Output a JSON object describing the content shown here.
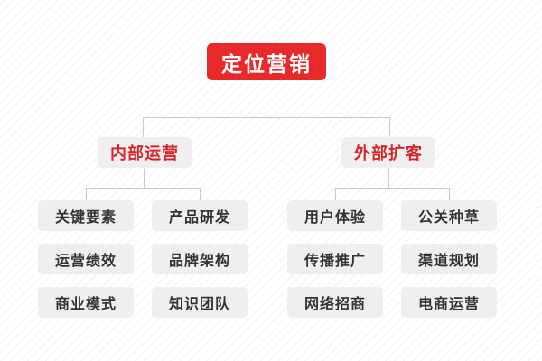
{
  "diagram": {
    "type": "organization-tree",
    "title": "定位营销",
    "background_color": "#fdfdfe",
    "accent_color": "#e8292a",
    "node_color": "#efefef",
    "connector_color": "#c9c9c9",
    "root": {
      "label": "定位营销",
      "text_color": "#ffffff",
      "fill_color": "#e8292a"
    },
    "branches": [
      {
        "label": "内部运营",
        "text_color": "#d4262a",
        "fill_color": "#efefef",
        "columns": [
          {
            "items": [
              "关键要素",
              "运营绩效",
              "商业模式"
            ]
          },
          {
            "items": [
              "产品研发",
              "品牌架构",
              "知识团队"
            ]
          }
        ]
      },
      {
        "label": "外部扩客",
        "text_color": "#d4262a",
        "fill_color": "#efefef",
        "columns": [
          {
            "items": [
              "用户体验",
              "传播推广",
              "网络招商"
            ]
          },
          {
            "items": [
              "公关种草",
              "渠道规划",
              "电商运营"
            ]
          }
        ]
      }
    ]
  }
}
